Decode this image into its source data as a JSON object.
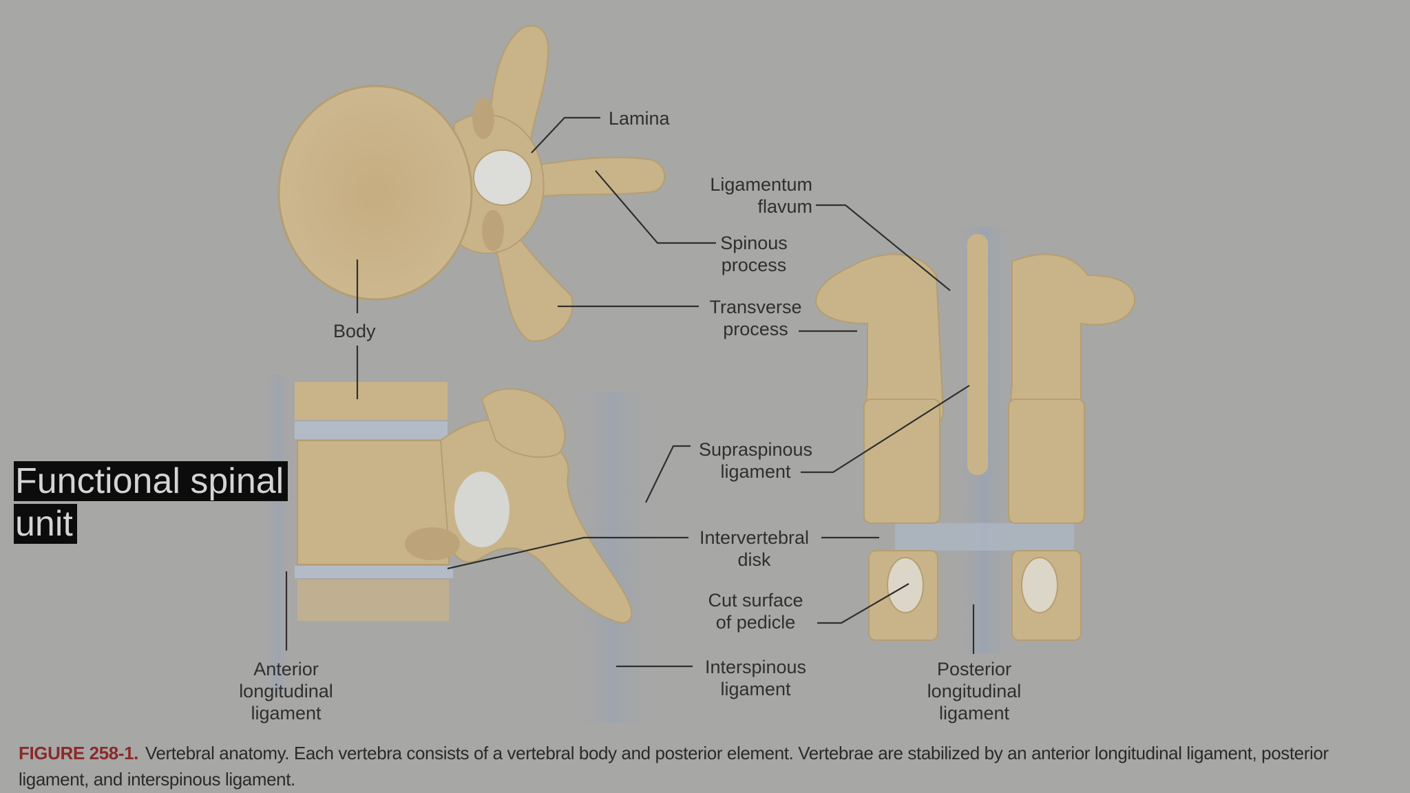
{
  "labels": {
    "lamina": "Lamina",
    "ligamentum_flavum": "Ligamentum\nflavum",
    "spinous_process": "Spinous\nprocess",
    "transverse_process": "Transverse\nprocess",
    "body": "Body",
    "supraspinous_ligament": "Supraspinous\nligament",
    "intervertebral_disk": "Intervertebral\ndisk",
    "cut_surface_of_pedicle": "Cut surface\nof pedicle",
    "interspinous_ligament": "Interspinous\nligament",
    "anterior_longitudinal_ligament": "Anterior\nlongitudinal\nligament",
    "posterior_longitudinal_ligament": "Posterior\nlongitudinal\nligament"
  },
  "overlay": {
    "text": "Functional spinal unit"
  },
  "caption": {
    "number": "FIGURE 258-1.",
    "text": "Vertebral anatomy. Each vertebra consists of a vertebral body and posterior element. Vertebrae are stabilized by an anterior longitudinal ligament, posterior ligament, and interspinous ligament."
  },
  "colors": {
    "background": "#a7a7a5",
    "bone": "#c9b48a",
    "bone_shade": "#b79f72",
    "ligament": "#9fa8b4",
    "caption_number": "#8a2a2a"
  }
}
